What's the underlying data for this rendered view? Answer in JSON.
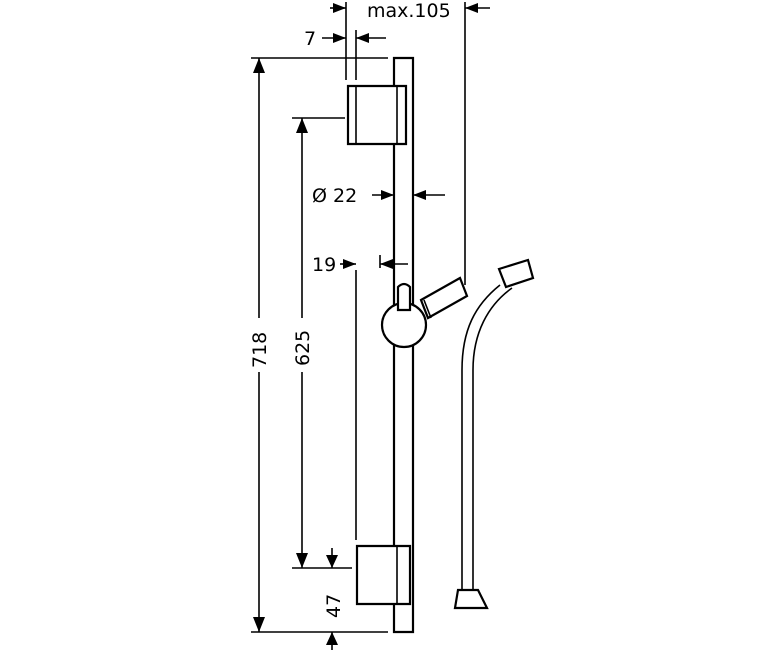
{
  "dimensions": {
    "max_offset_label": "max.105",
    "bracket_offset_label": "7",
    "diameter_label": "Ø 22",
    "slider_offset_label": "19",
    "total_height_label": "718",
    "bracket_spacing_label": "625",
    "bottom_offset_label": "47"
  }
}
